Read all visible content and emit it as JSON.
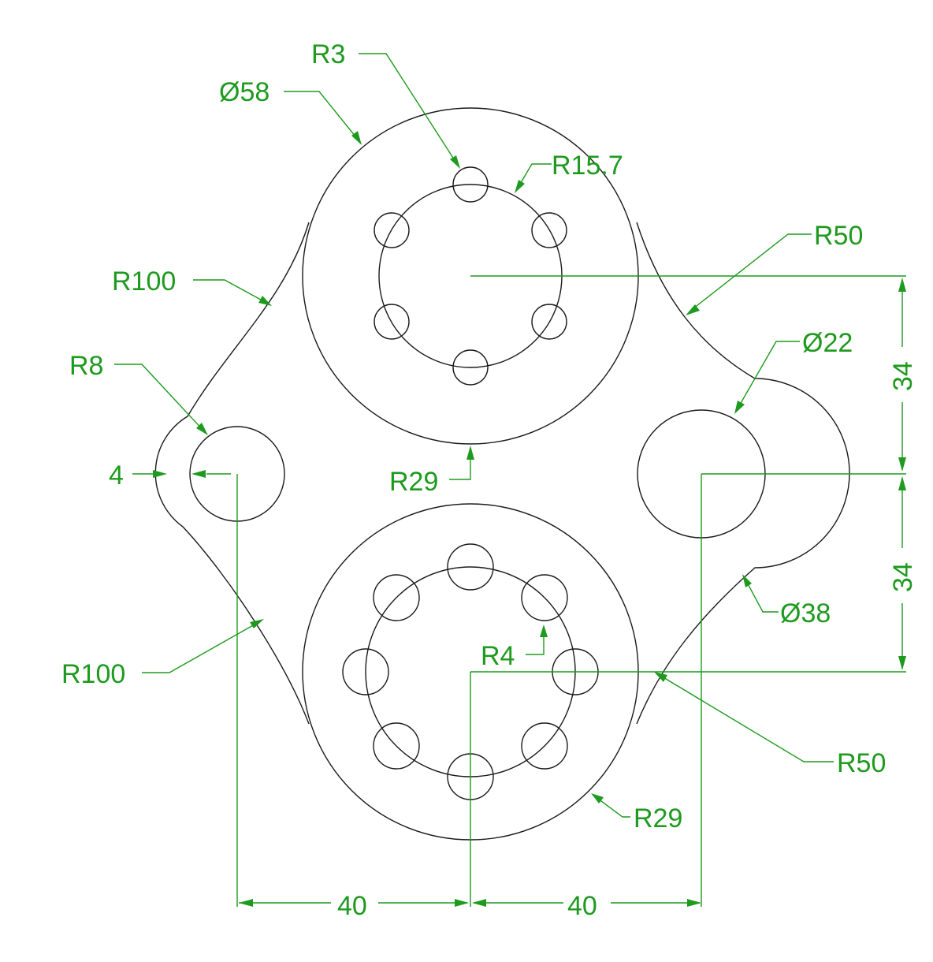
{
  "colors": {
    "geometry": "#1a1a1a",
    "dimension": "#1e9a1e",
    "background": "#ffffff"
  },
  "labels": {
    "r3": "R3",
    "dia58": "Ø58",
    "r15_7": "R15.7",
    "r50_top": "R50",
    "r100_top": "R100",
    "dia22": "Ø22",
    "r8": "R8",
    "four": "4",
    "r29_top": "R29",
    "dim34_top": "34",
    "dim34_bottom": "34",
    "dia38": "Ø38",
    "r4": "R4",
    "r100_bottom": "R100",
    "r50_bottom": "R50",
    "r29_bottom": "R29",
    "dim40_left": "40",
    "dim40_right": "40"
  }
}
